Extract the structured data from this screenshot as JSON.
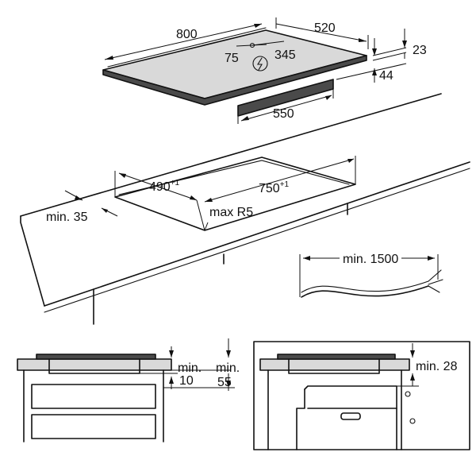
{
  "hob_top": {
    "width": "800",
    "depth": "520",
    "conn_left": "75",
    "conn_right": "345",
    "glass": "23",
    "total": "44",
    "body_width": "550"
  },
  "cutout": {
    "depth": "490",
    "depth_tol": "+1",
    "width": "750",
    "width_tol": "+1",
    "front_min": "min. 35",
    "corner_radius": "max R5"
  },
  "cable": {
    "min_length": "min. 1500"
  },
  "section_left": {
    "clear1_a": "min.",
    "clear1_b": "10",
    "clear2_a": "min.",
    "clear2_b": "55"
  },
  "section_right": {
    "clear": "min. 28"
  },
  "icons": {
    "power_symbol": "electric-connection-icon"
  }
}
